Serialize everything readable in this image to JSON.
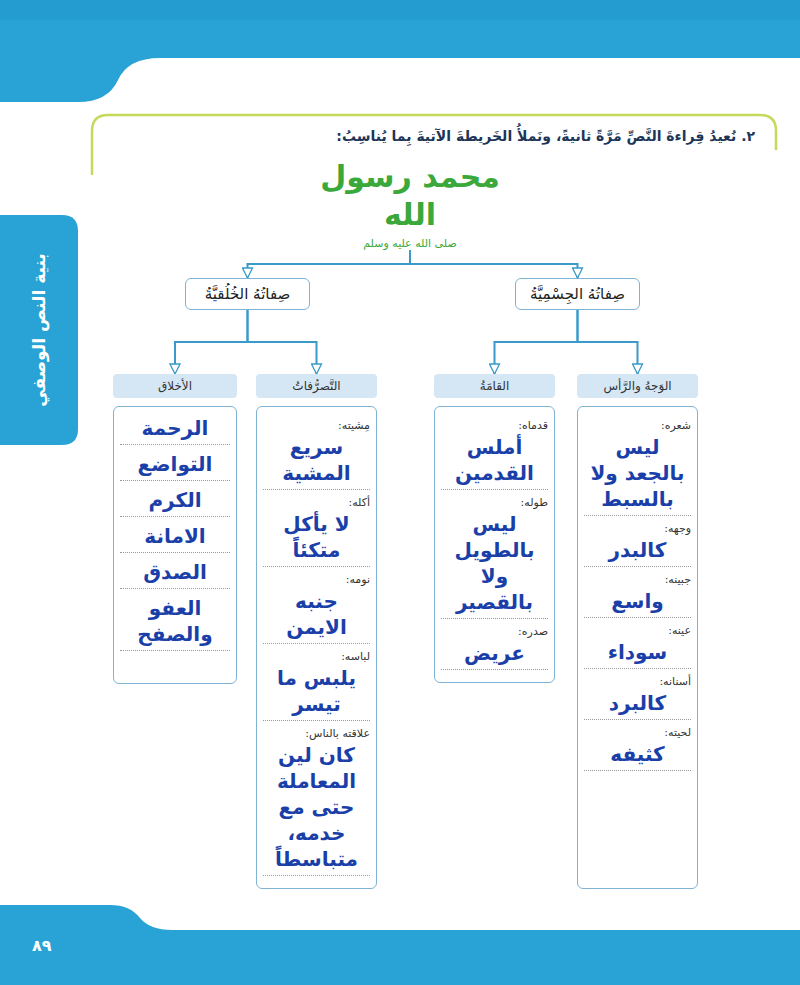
{
  "diagram": {
    "title": "٢. نُعيدُ قِراءةَ النَّصِّ مَرَّةً ثانيةً، ونَملأُ الخَريطةَ الآتيةَ بِما يُناسِبُ:",
    "nodes": [
      {
        "text": [
          "محمد رسول الله",
          "صلى الله عليه وسلم"
        ]
      },
      {
        "text": [
          "صِفاتُهُ الجِسْمِيَّةُ"
        ]
      },
      {
        "text": [
          "صِفاتُهُ الخُلُقيَّةُ"
        ]
      },
      {
        "text": [
          "الوَجهُ والرَّأس",
          "شعره:",
          "ليس بالجعد ولا بالسبط",
          "وجهه:",
          "كالبدر",
          "جبينه:",
          "واسع",
          "عينه:",
          "سوداء",
          "أسنانه:",
          "كالبرد",
          "لحيته:",
          "كثيفه"
        ]
      },
      {
        "text": [
          "القامَةُ",
          "قدماه:",
          "أملس القدمين",
          "طوله:",
          "ليس بالطويل ولا بالقصير",
          "صدره:",
          "عريض"
        ]
      },
      {
        "text": [
          "التَّصرُّفاتُ",
          "مِشيته:",
          "سريع المشية",
          "أكله:",
          "لا يأكل متكئاً",
          "نومه:",
          "جنبه الايمن",
          "لباسه:",
          "يلبس ما تيسر",
          "علاقته بالناس:",
          "كان لين المعاملة حتى مع خدمه، متباسطاً"
        ]
      },
      {
        "text": [
          "الأخلاق",
          "الرحمة",
          "التواضع",
          "الكرم",
          "الامانة",
          "الصدق",
          "العفو والصفح"
        ]
      }
    ],
    "edges": [
      {
        "from": 0,
        "to": 1,
        "arrow": "to"
      },
      {
        "from": 0,
        "to": 2,
        "arrow": "to"
      },
      {
        "from": 1,
        "to": 3,
        "arrow": "to"
      },
      {
        "from": 1,
        "to": 4,
        "arrow": "to"
      },
      {
        "from": 2,
        "to": 5,
        "arrow": "to"
      },
      {
        "from": 2,
        "to": 6,
        "arrow": "to"
      }
    ],
    "labels": [
      "بنية النص الوصفي",
      "٨٩"
    ]
  }
}
